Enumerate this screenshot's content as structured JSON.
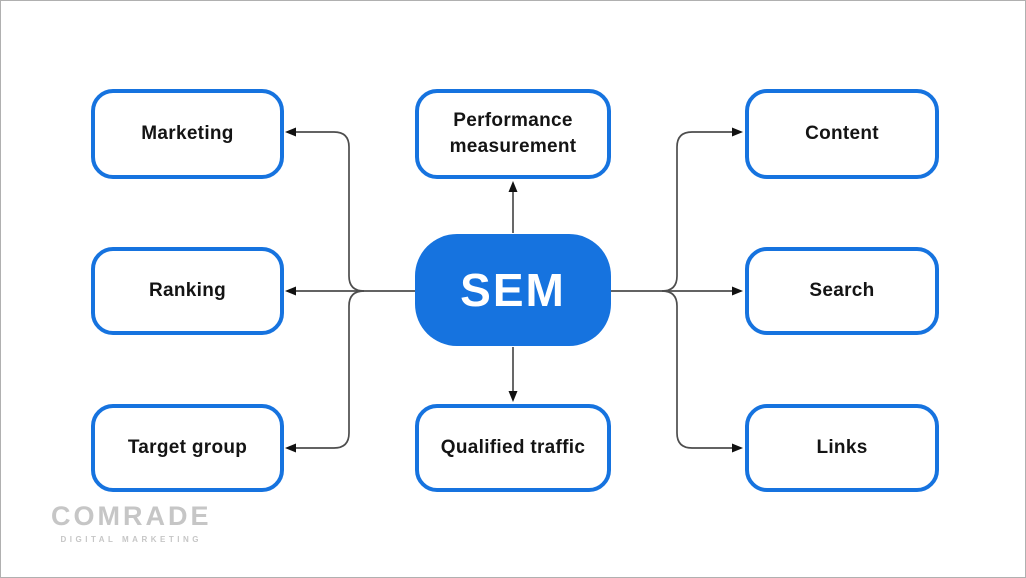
{
  "diagram": {
    "title_hint": "SEM mind map",
    "hub": {
      "label": "SEM"
    },
    "nodes": {
      "marketing": {
        "label": "Marketing"
      },
      "ranking": {
        "label": "Ranking"
      },
      "target_group": {
        "label": "Target group"
      },
      "performance_measurement": {
        "label": "Performance measurement"
      },
      "qualified_traffic": {
        "label": "Qualified traffic"
      },
      "content": {
        "label": "Content"
      },
      "search": {
        "label": "Search"
      },
      "links": {
        "label": "Links"
      }
    },
    "edges": [
      {
        "from": "SEM",
        "to": "Marketing"
      },
      {
        "from": "SEM",
        "to": "Ranking"
      },
      {
        "from": "SEM",
        "to": "Target group"
      },
      {
        "from": "SEM",
        "to": "Performance measurement"
      },
      {
        "from": "SEM",
        "to": "Qualified traffic"
      },
      {
        "from": "SEM",
        "to": "Content"
      },
      {
        "from": "SEM",
        "to": "Search"
      },
      {
        "from": "SEM",
        "to": "Links"
      }
    ],
    "colors": {
      "accent_blue": "#1673df",
      "node_background": "#ffffff",
      "node_text": "#141414",
      "line": "#4d4d4d",
      "arrowhead": "#111111",
      "logo_gray": "#c6c6c6"
    }
  },
  "branding": {
    "logo": "COMRADE",
    "tagline": "DIGITAL MARKETING"
  }
}
